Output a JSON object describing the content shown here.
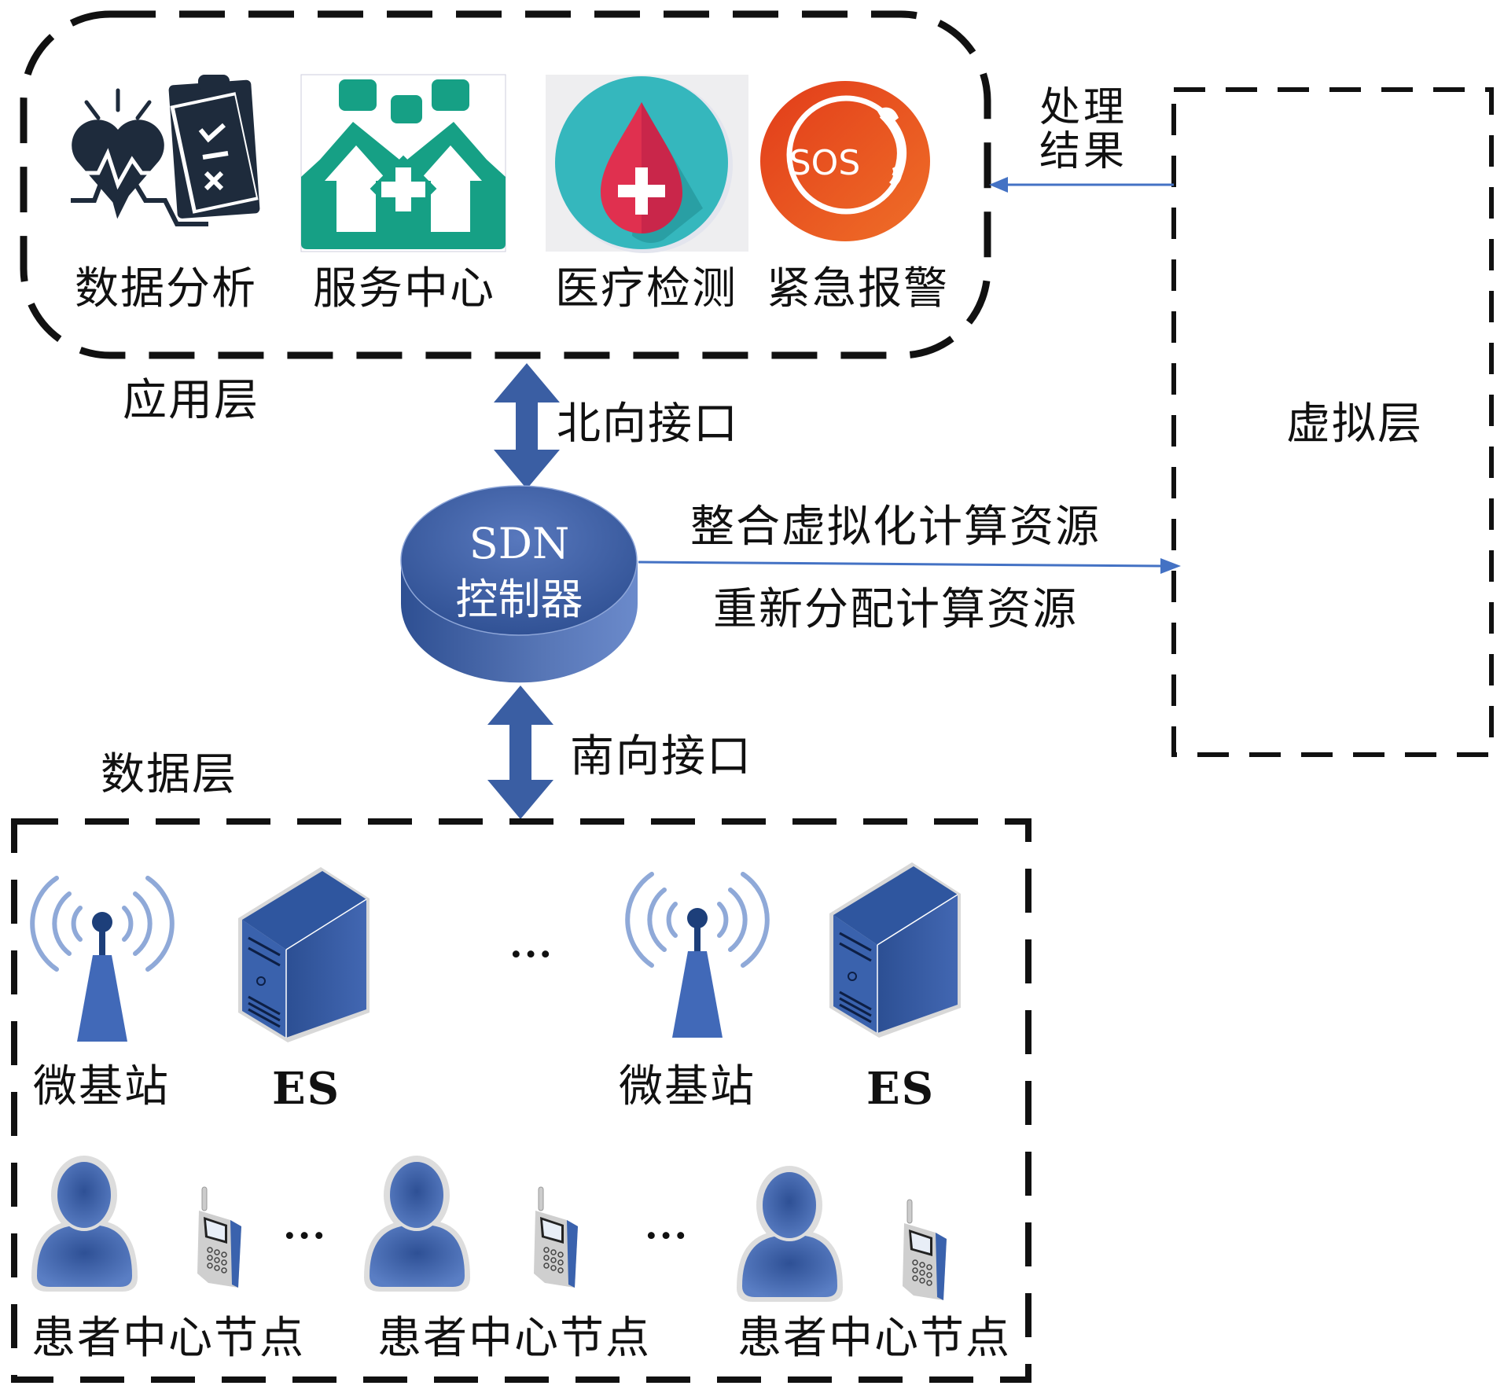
{
  "application_layer": {
    "label": "应用层",
    "apps": [
      {
        "icon": "heart-clipboard-icon",
        "label": "数据分析"
      },
      {
        "icon": "medical-center-icon",
        "label": "服务中心"
      },
      {
        "icon": "blood-drop-icon",
        "label": "医疗检测"
      },
      {
        "icon": "sos-phone-icon",
        "label": "紧急报警",
        "icon_text": "SOS"
      }
    ]
  },
  "interfaces": {
    "north": "北向接口",
    "south": "南向接口"
  },
  "controller": {
    "line1": "SDN",
    "line2": "控制器"
  },
  "virtual_layer": {
    "label": "虚拟层",
    "result_label_line1": "处理",
    "result_label_line2": "结果",
    "integrate_label": "整合虚拟化计算资源",
    "reallocate_label": "重新分配计算资源"
  },
  "data_layer": {
    "label": "数据层",
    "infrastructure": [
      {
        "icon": "base-station-icon",
        "label": "微基站"
      },
      {
        "icon": "server-icon",
        "label": "ES"
      },
      {
        "icon": "base-station-icon",
        "label": "微基站"
      },
      {
        "icon": "server-icon",
        "label": "ES"
      }
    ],
    "ellipsis": "···",
    "patient_nodes": [
      {
        "label": "患者中心节点"
      },
      {
        "label": "患者中心节点"
      },
      {
        "label": "患者中心节点"
      }
    ]
  },
  "colors": {
    "arrow_blue": "#3a5ea3",
    "line_blue": "#4472c4",
    "dash_black": "#111111",
    "teal": "#16a085",
    "navy": "#1e2b3c",
    "sos_red": "#e8401c"
  }
}
